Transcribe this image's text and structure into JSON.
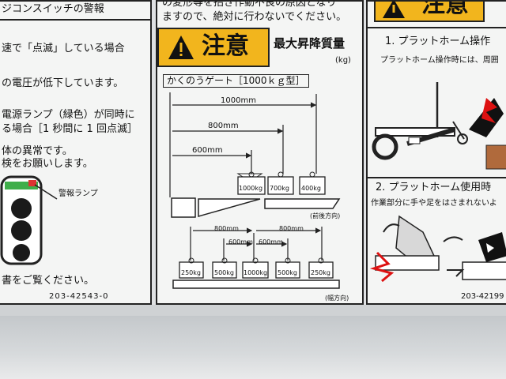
{
  "left_panel": {
    "lines": [
      "ジコンスイッチの警報",
      "速で「点滅」している場合",
      "の電圧が低下しています。",
      "電源ランプ（緑色）が同時に",
      "る場合［1 秒間に 1 回点滅］",
      "体の異常です。",
      "検をお願いします。",
      "書をご覧ください。"
    ],
    "lamp_label": "警報ランプ",
    "code": "203-42543-0"
  },
  "center_panel": {
    "top_lines": [
      "の変形等を招き作動不良の原因となり",
      "ますので、絶対に行わないでください。"
    ],
    "caution_word": "注意",
    "title": "最大昇降質量",
    "unit": "(kg)",
    "section_label": "かくのうゲート［1000ｋｇ型］",
    "side_distances": [
      "1000mm",
      "800mm",
      "600mm"
    ],
    "side_weights": [
      "1000kg",
      "700kg",
      "400kg"
    ],
    "side_direction": "(前後方向)",
    "width_distances": [
      "800mm",
      "800mm",
      "600mm",
      "600mm"
    ],
    "width_weights": [
      "250kg",
      "500kg",
      "1000kg",
      "500kg",
      "250kg"
    ],
    "width_direction": "(幅方向)"
  },
  "right_panel": {
    "caution_word": "注意",
    "step1": "1. プラットホーム操作",
    "step1_text": "プラットホーム操作時には、周囲",
    "step2": "2. プラットホーム使用時",
    "step2_text": "作業部分に手や足をはさまれないよ",
    "code": "203-42199"
  }
}
